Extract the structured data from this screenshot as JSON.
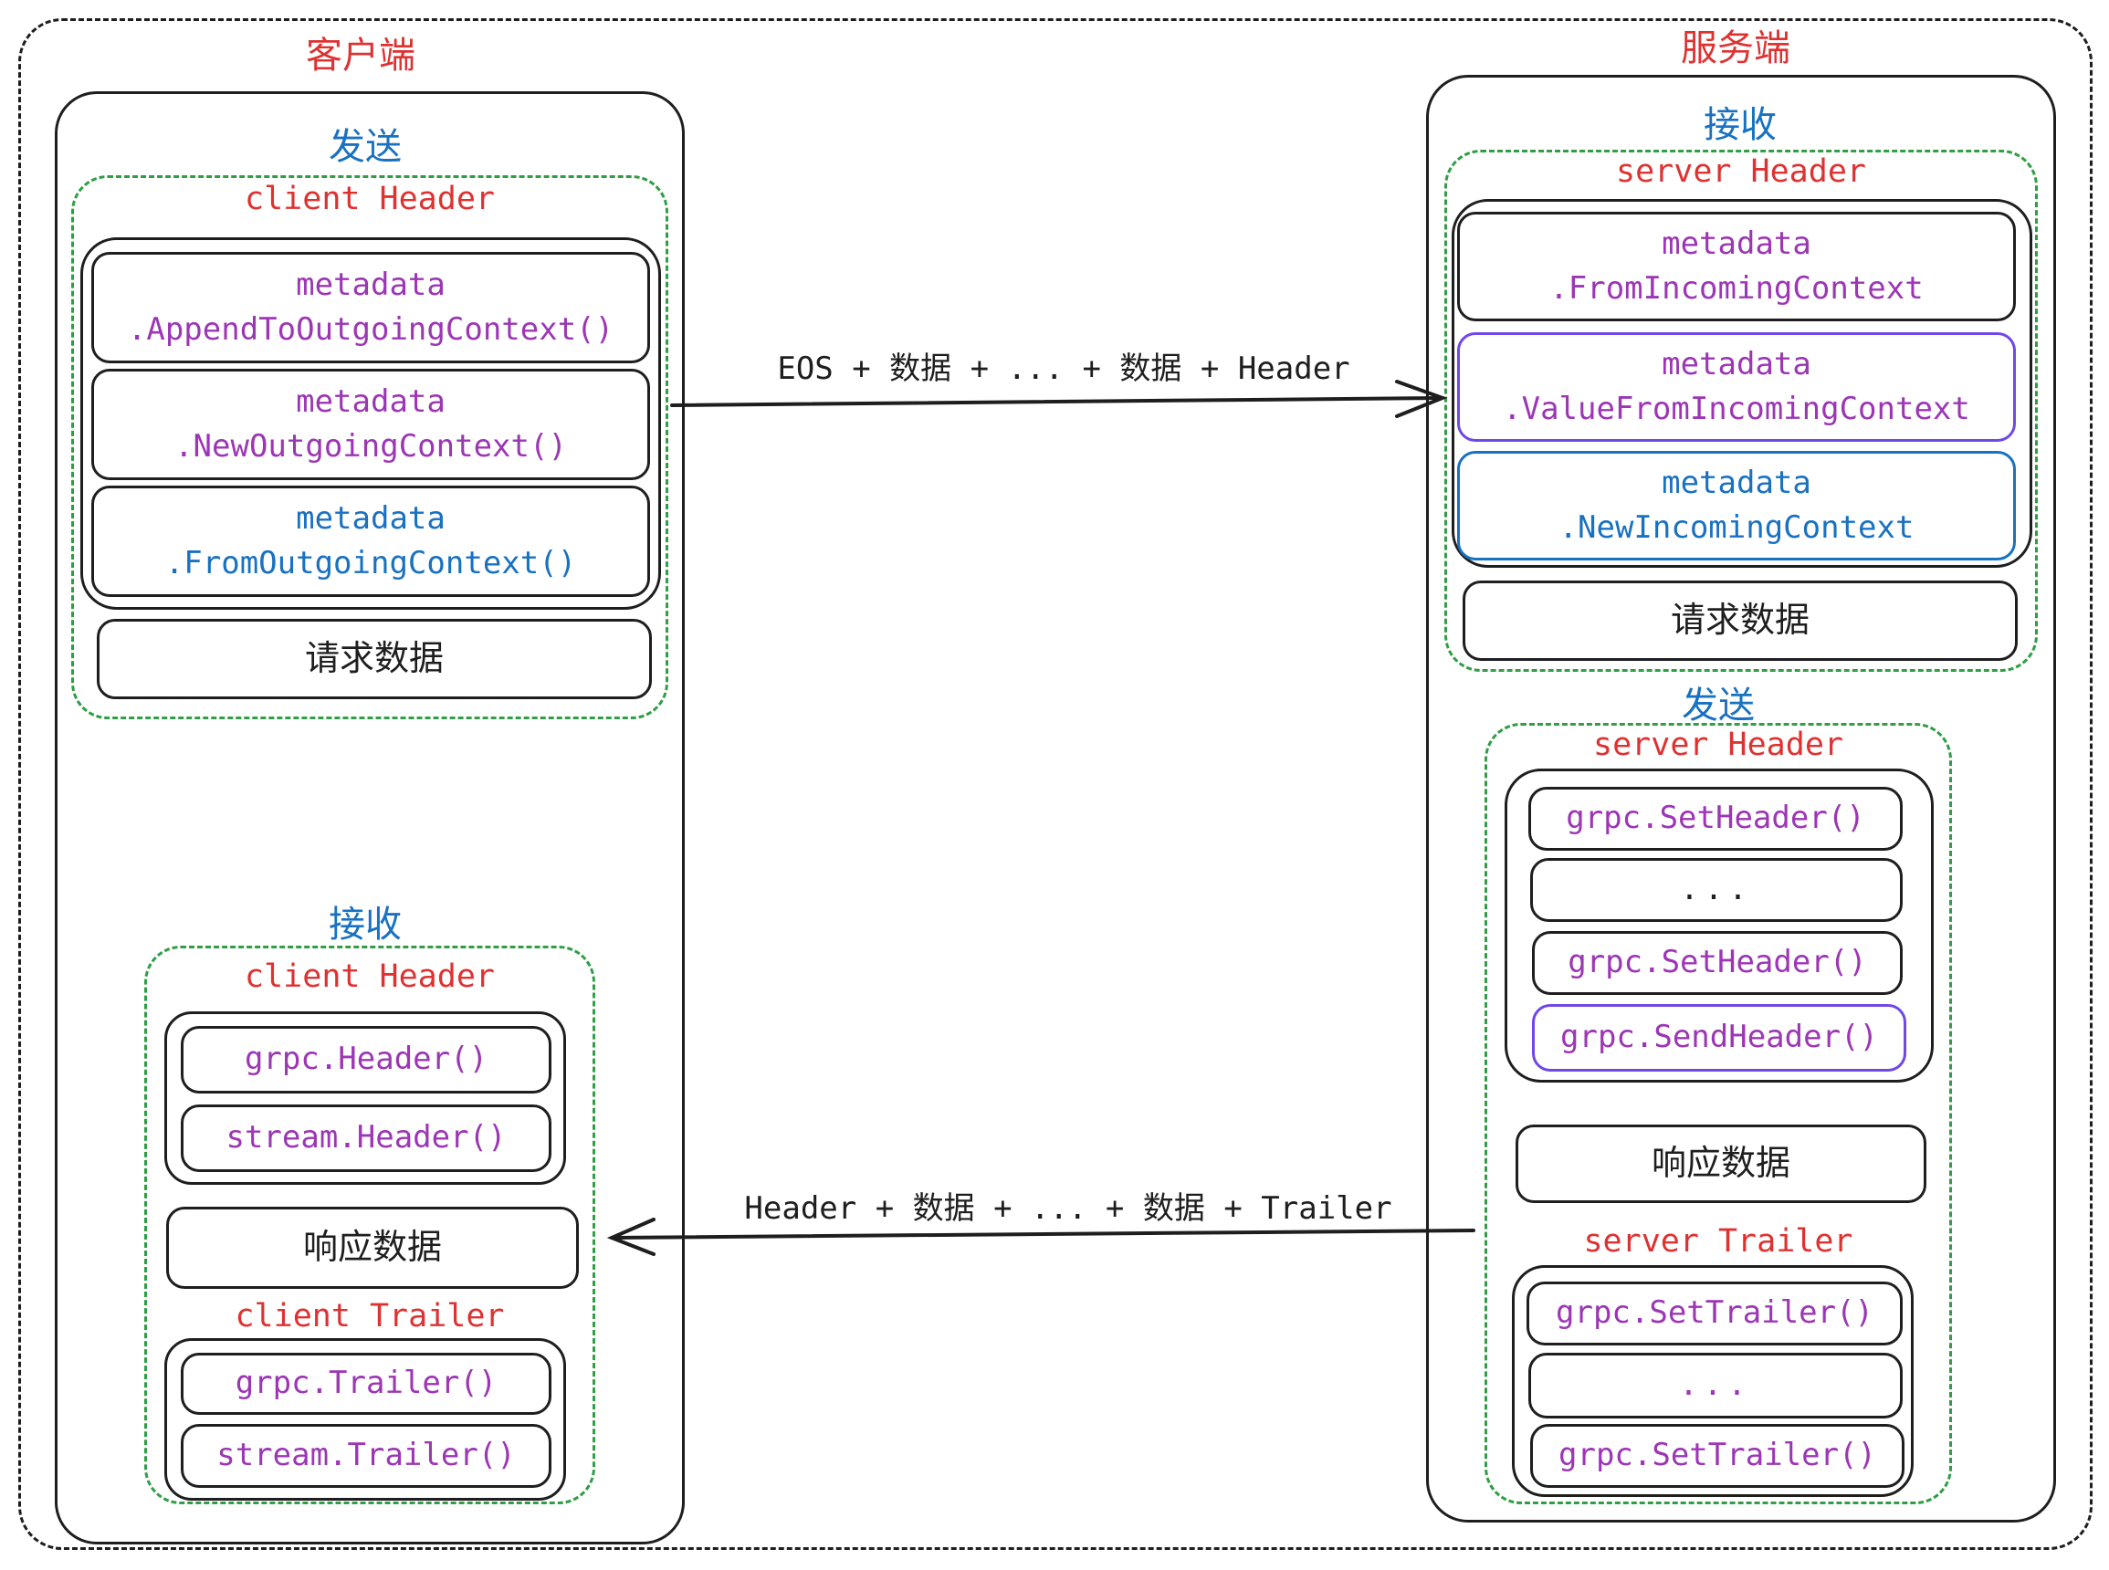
{
  "client": {
    "title": "客户端",
    "send": {
      "title": "发送",
      "header_title": "client Header",
      "methods": [
        {
          "line1": "metadata",
          "line2": ".AppendToOutgoingContext()"
        },
        {
          "line1": "metadata",
          "line2": ".NewOutgoingContext()"
        },
        {
          "line1": "metadata",
          "line2": ".FromOutgoingContext()"
        }
      ],
      "data_label": "请求数据"
    },
    "receive": {
      "title": "接收",
      "header_title": "client Header",
      "header_methods": [
        "grpc.Header()",
        "stream.Header()"
      ],
      "data_label": "响应数据",
      "trailer_title": "client Trailer",
      "trailer_methods": [
        "grpc.Trailer()",
        "stream.Trailer()"
      ]
    }
  },
  "server": {
    "title": "服务端",
    "receive": {
      "title": "接收",
      "header_title": "server Header",
      "methods": [
        {
          "line1": "metadata",
          "line2": ".FromIncomingContext"
        },
        {
          "line1": "metadata",
          "line2": ".ValueFromIncomingContext"
        },
        {
          "line1": "metadata",
          "line2": ".NewIncomingContext"
        }
      ],
      "data_label": "请求数据"
    },
    "send": {
      "title": "发送",
      "header_title": "server Header",
      "header_methods": [
        "grpc.SetHeader()",
        "...",
        "grpc.SetHeader()",
        "grpc.SendHeader()"
      ],
      "data_label": "响应数据",
      "trailer_title": "server Trailer",
      "trailer_methods": [
        "grpc.SetTrailer()",
        "...",
        "grpc.SetTrailer()"
      ]
    }
  },
  "arrows": {
    "request": "EOS + 数据 + ... + 数据 + Header",
    "response": "Header + 数据 + ... + 数据 + Trailer"
  },
  "colors": {
    "side_title": "#e03131",
    "direction_title": "#1971c2",
    "header_title": "#e03131",
    "method_purple": "#9c36b5",
    "method_blue": "#1971c2",
    "group_border": "#2f9e44",
    "stroke": "#1e1e1e"
  }
}
